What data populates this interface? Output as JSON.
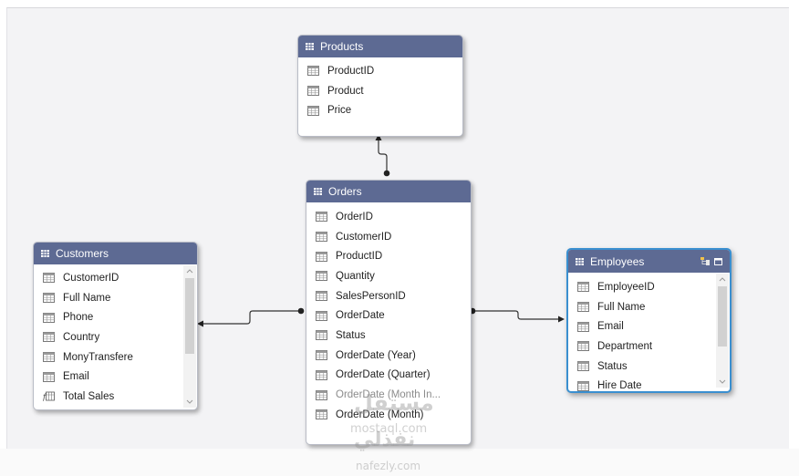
{
  "tables": {
    "products": {
      "title": "Products",
      "fields": [
        "ProductID",
        "Product",
        "Price"
      ]
    },
    "orders": {
      "title": "Orders",
      "fields": [
        "OrderID",
        "CustomerID",
        "ProductID",
        "Quantity",
        "SalesPersonID",
        "OrderDate",
        "Status",
        "OrderDate (Year)",
        "OrderDate (Quarter)",
        "OrderDate (Month In...",
        "OrderDate (Month)"
      ]
    },
    "customers": {
      "title": "Customers",
      "fields": [
        "CustomerID",
        "Full Name",
        "Phone",
        "Country",
        "MonyTransfere",
        "Email"
      ],
      "measure": "Total Sales"
    },
    "employees": {
      "title": "Employees",
      "fields": [
        "EmployeeID",
        "Full Name",
        "Email",
        "Department",
        "Status",
        "Hire Date"
      ]
    }
  },
  "watermark": {
    "brand_ar": "مستقل",
    "domain_1": "mostaql.com",
    "brand_ar_2": "نفذلي",
    "domain_2": "nafezly.com"
  },
  "colors": {
    "header": "#5d6a93",
    "selected_border": "#3a8fd0",
    "canvas": "#f3f3f5"
  }
}
